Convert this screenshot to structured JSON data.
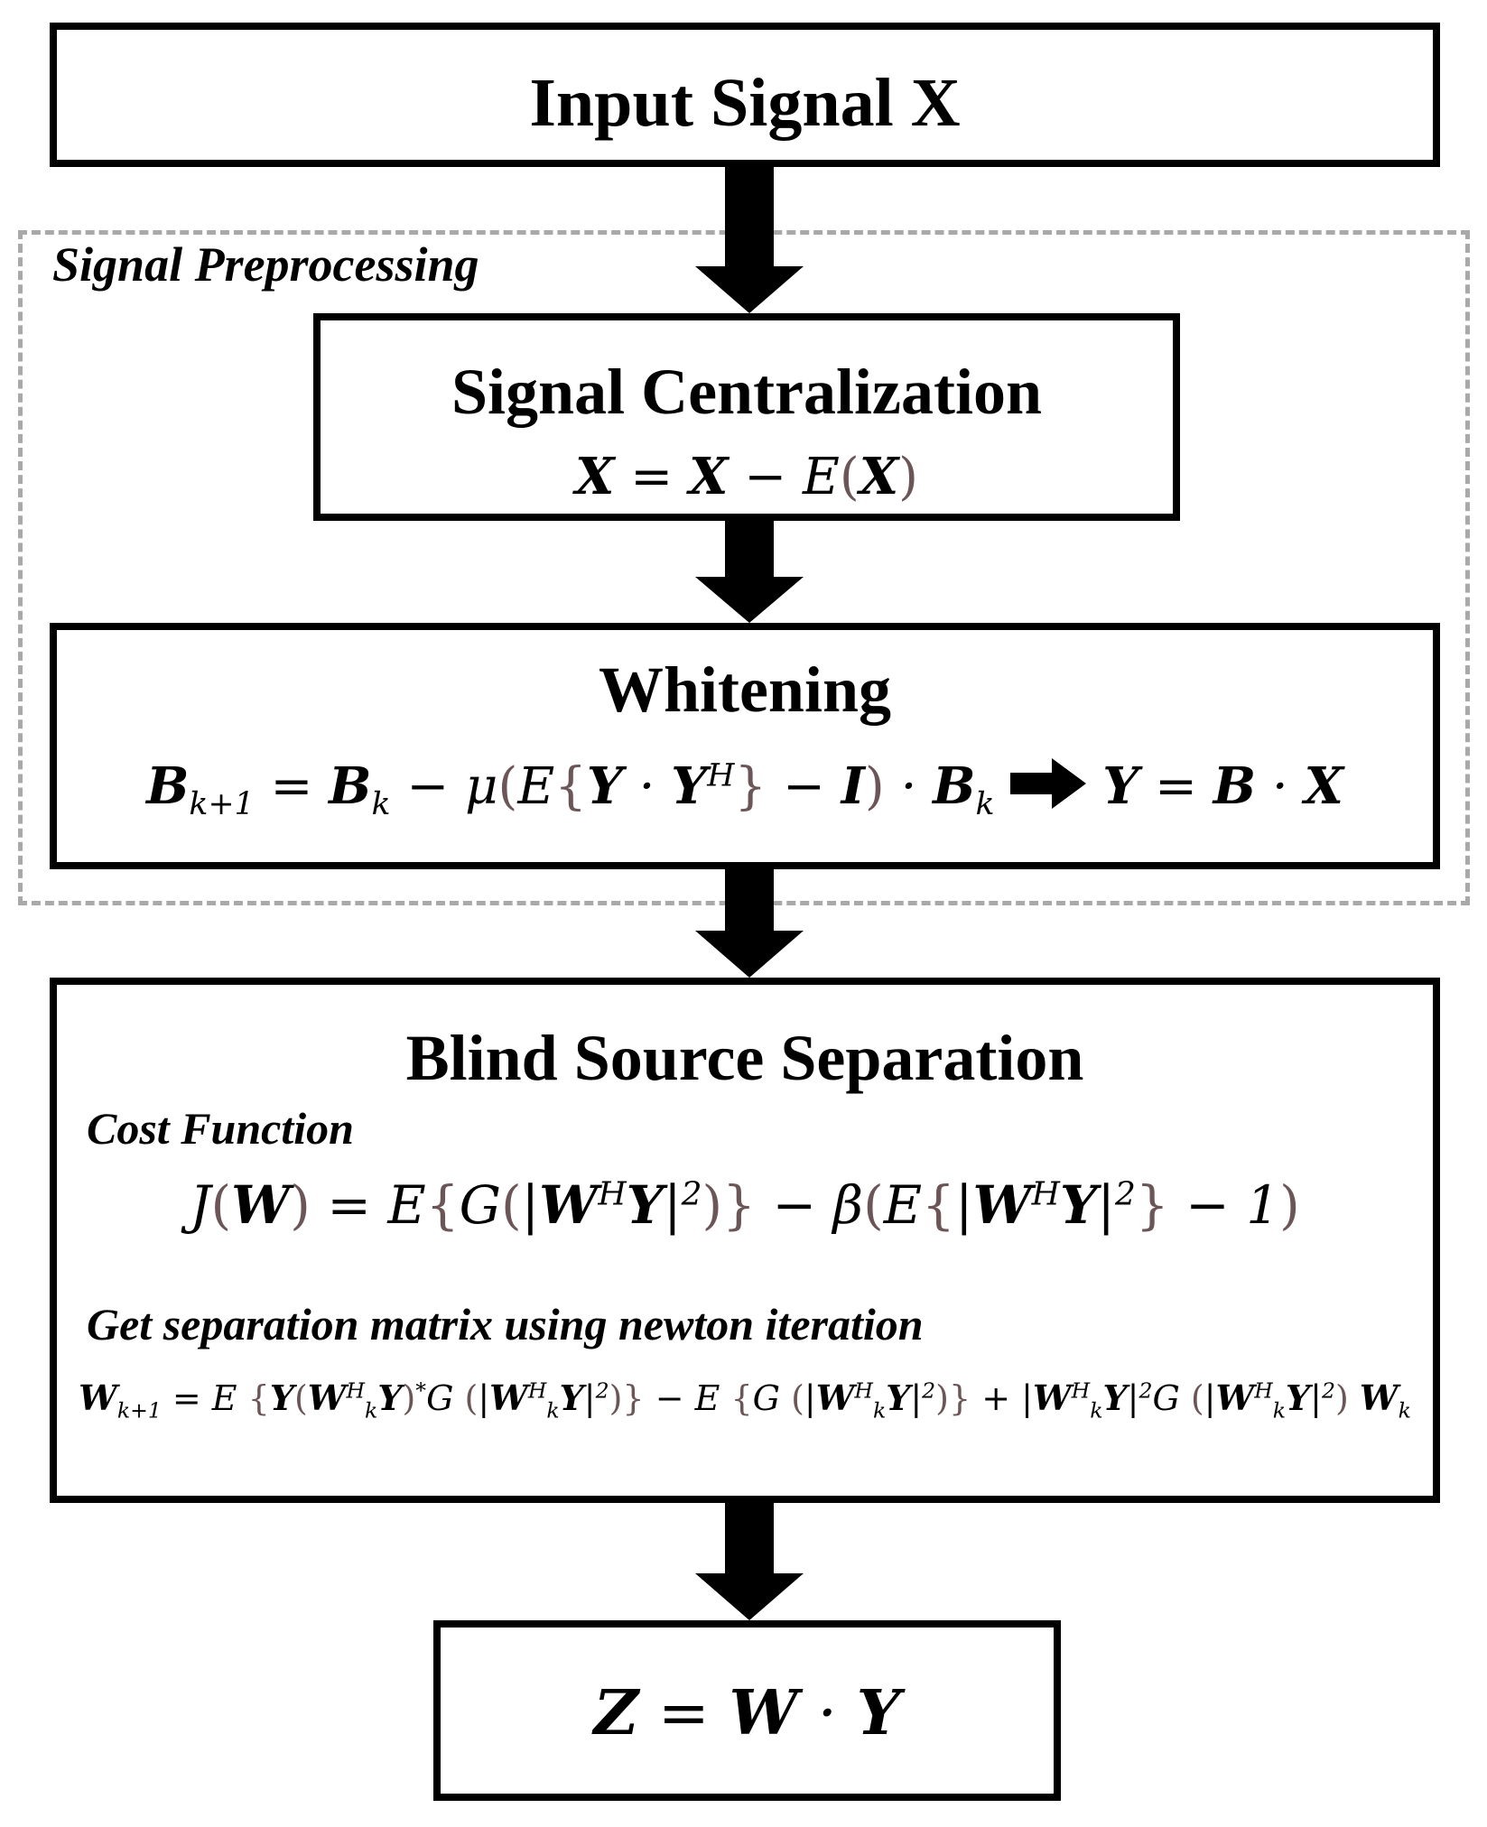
{
  "nodes": {
    "input": {
      "title": "Input Signal X"
    },
    "preprocessing": {
      "label": "Signal Preprocessing"
    },
    "centralization": {
      "title": "Signal Centralization"
    },
    "whitening": {
      "title": "Whitening"
    },
    "bss": {
      "title": "Blind Source Separation",
      "cost_label": "Cost Function",
      "newton_label": "Get separation matrix using newton iteration"
    }
  },
  "colors": {
    "line": "#000000",
    "dashed_border": "#a9a9a9",
    "bracket": "#6b5557"
  },
  "arrows": [
    {
      "from": "input",
      "to": "centralization"
    },
    {
      "from": "centralization",
      "to": "whitening"
    },
    {
      "from": "whitening",
      "to": "bss"
    },
    {
      "from": "bss",
      "to": "output"
    }
  ]
}
